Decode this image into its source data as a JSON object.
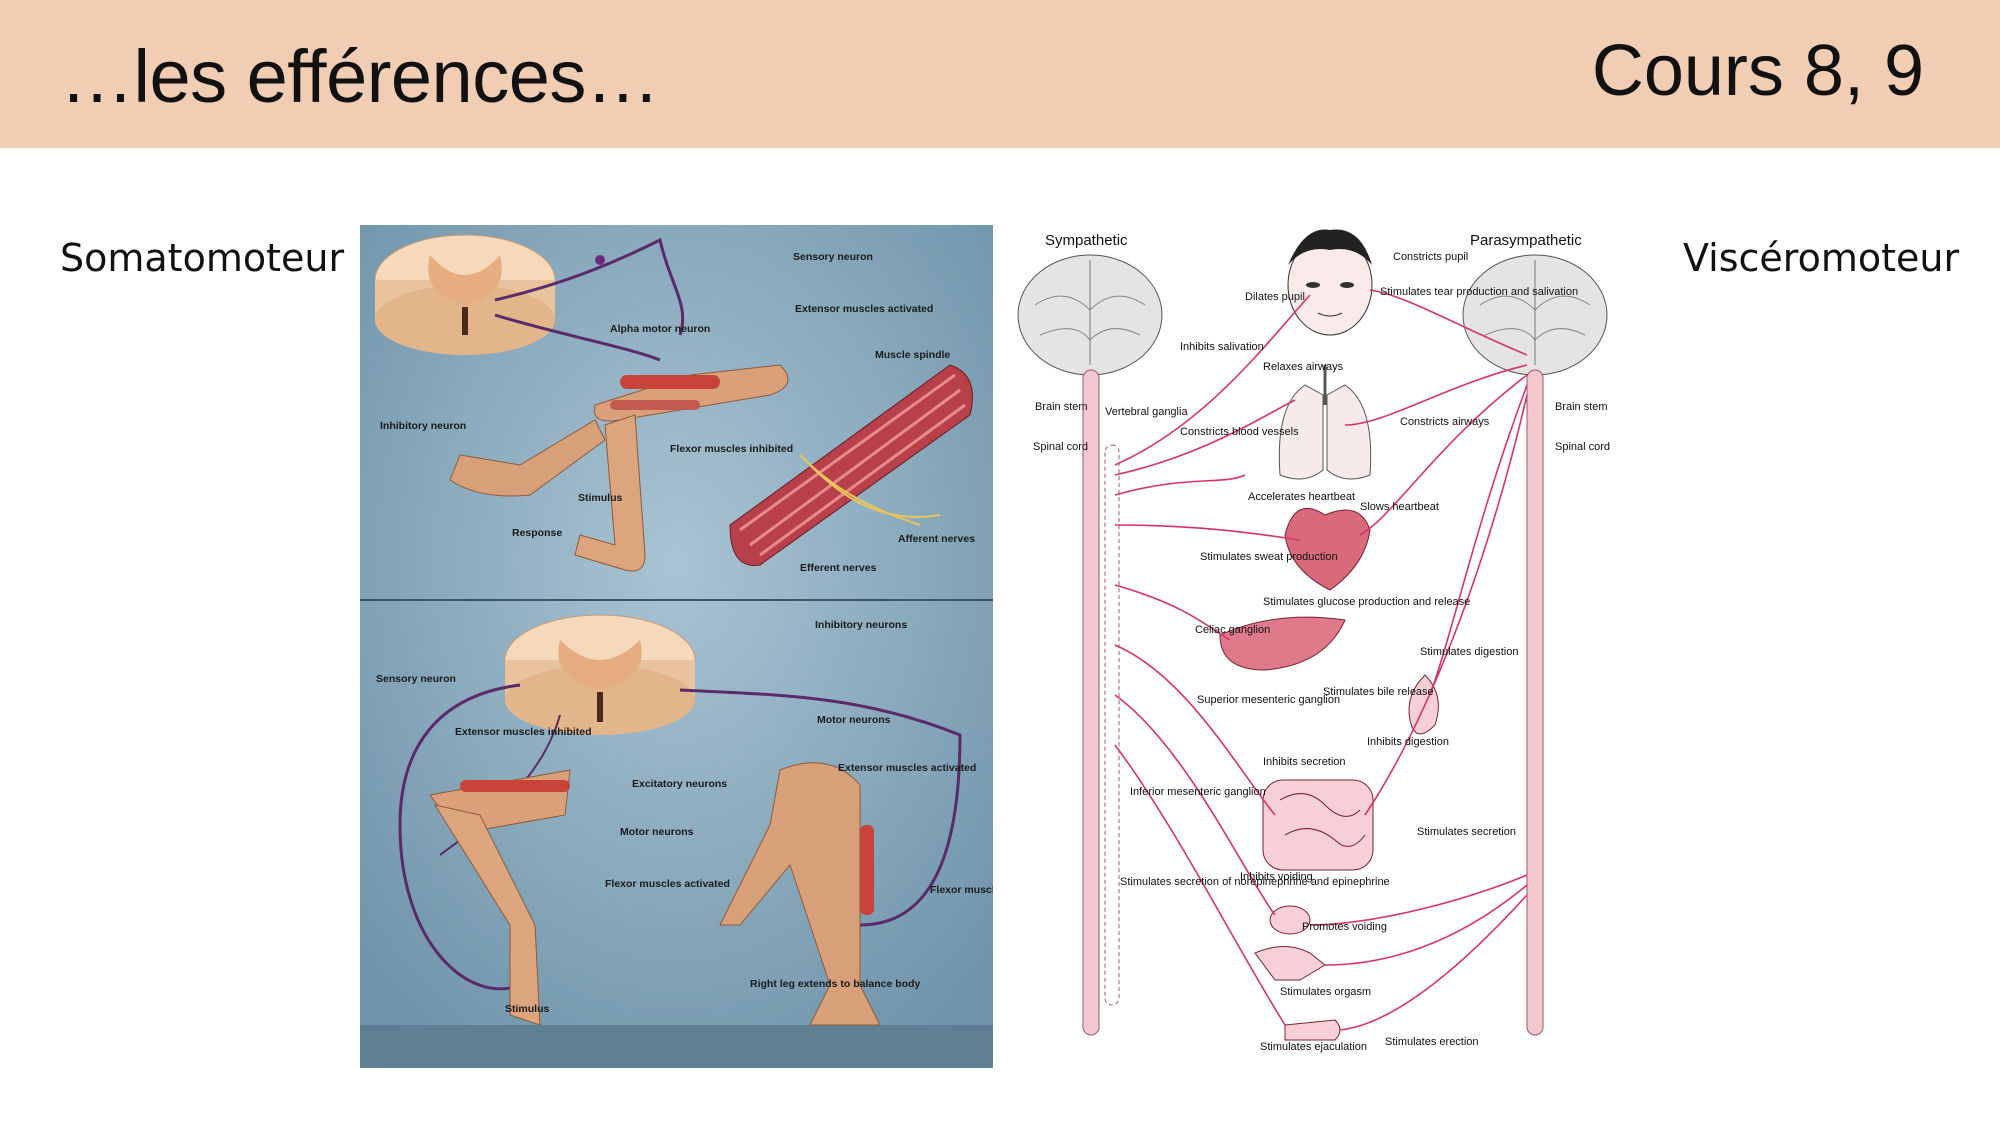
{
  "slide": {
    "title": "…les efférences…",
    "course": "Cours 8, 9",
    "left_label": "Somatomoteur",
    "right_label": "Viscéromoteur"
  },
  "reflex_figure": {
    "top_labels": {
      "sensory_neuron": "Sensory neuron",
      "extensor_activated": "Extensor muscles activated",
      "alpha_motor_neuron": "Alpha motor neuron",
      "muscle_spindle": "Muscle spindle",
      "inhibitory_neuron": "Inhibitory neuron",
      "flexor_inhibited": "Flexor muscles inhibited",
      "stimulus": "Stimulus",
      "response": "Response",
      "afferent_nerves": "Afferent nerves",
      "efferent_nerves": "Efferent nerves"
    },
    "bottom_labels": {
      "inhibitory_neurons": "Inhibitory neurons",
      "sensory_neuron": "Sensory neuron",
      "extensor_inhibited": "Extensor muscles inhibited",
      "motor_neurons_right": "Motor neurons",
      "excitatory_neurons": "Excitatory neurons",
      "extensor_activated": "Extensor muscles activated",
      "motor_neurons_left": "Motor neurons",
      "flexor_activated": "Flexor muscles activated",
      "flexor_inhibited": "Flexor muscles inhibited",
      "right_leg": "Right leg extends to balance body",
      "stimulus": "Stimulus"
    }
  },
  "ans_figure": {
    "sympathetic": "Sympathetic",
    "parasympathetic": "Parasympathetic",
    "left": {
      "brain_stem": "Brain stem",
      "vertebral_ganglia": "Vertebral ganglia",
      "spinal_cord": "Spinal cord",
      "celiac_ganglion": "Celiac ganglion",
      "superior_mesenteric": "Superior mesenteric ganglion",
      "inferior_mesenteric": "Inferior mesenteric ganglion",
      "adrenal": "Stimulates secretion of norepinephrine and epinephrine"
    },
    "right": {
      "brain_stem": "Brain stem",
      "spinal_cord": "Spinal cord"
    },
    "effects": {
      "constricts_pupil": "Constricts pupil",
      "dilates_pupil": "Dilates pupil",
      "tear_production": "Stimulates tear production and salivation",
      "inhibits_salivation": "Inhibits salivation",
      "relaxes_airways": "Relaxes airways",
      "constricts_airways": "Constricts airways",
      "constricts_vessels": "Constricts blood vessels",
      "accelerates_heartbeat": "Accelerates heartbeat",
      "slows_heartbeat": "Slows heartbeat",
      "sweat": "Stimulates sweat production",
      "glucose": "Stimulates glucose production and release",
      "stimulates_digestion": "Stimulates digestion",
      "bile": "Stimulates bile release",
      "inhibits_digestion": "Inhibits digestion",
      "inhibits_secretion": "Inhibits secretion",
      "stimulates_secretion": "Stimulates secretion",
      "inhibits_voiding": "Inhibits voiding",
      "promotes_voiding": "Promotes voiding",
      "orgasm": "Stimulates orgasm",
      "ejaculation": "Stimulates ejaculation",
      "erection": "Stimulates erection"
    }
  },
  "colors": {
    "header_bg": "#f1cdb3",
    "nerve": "#d6336c",
    "panel_bg": "#7ea3ba"
  }
}
